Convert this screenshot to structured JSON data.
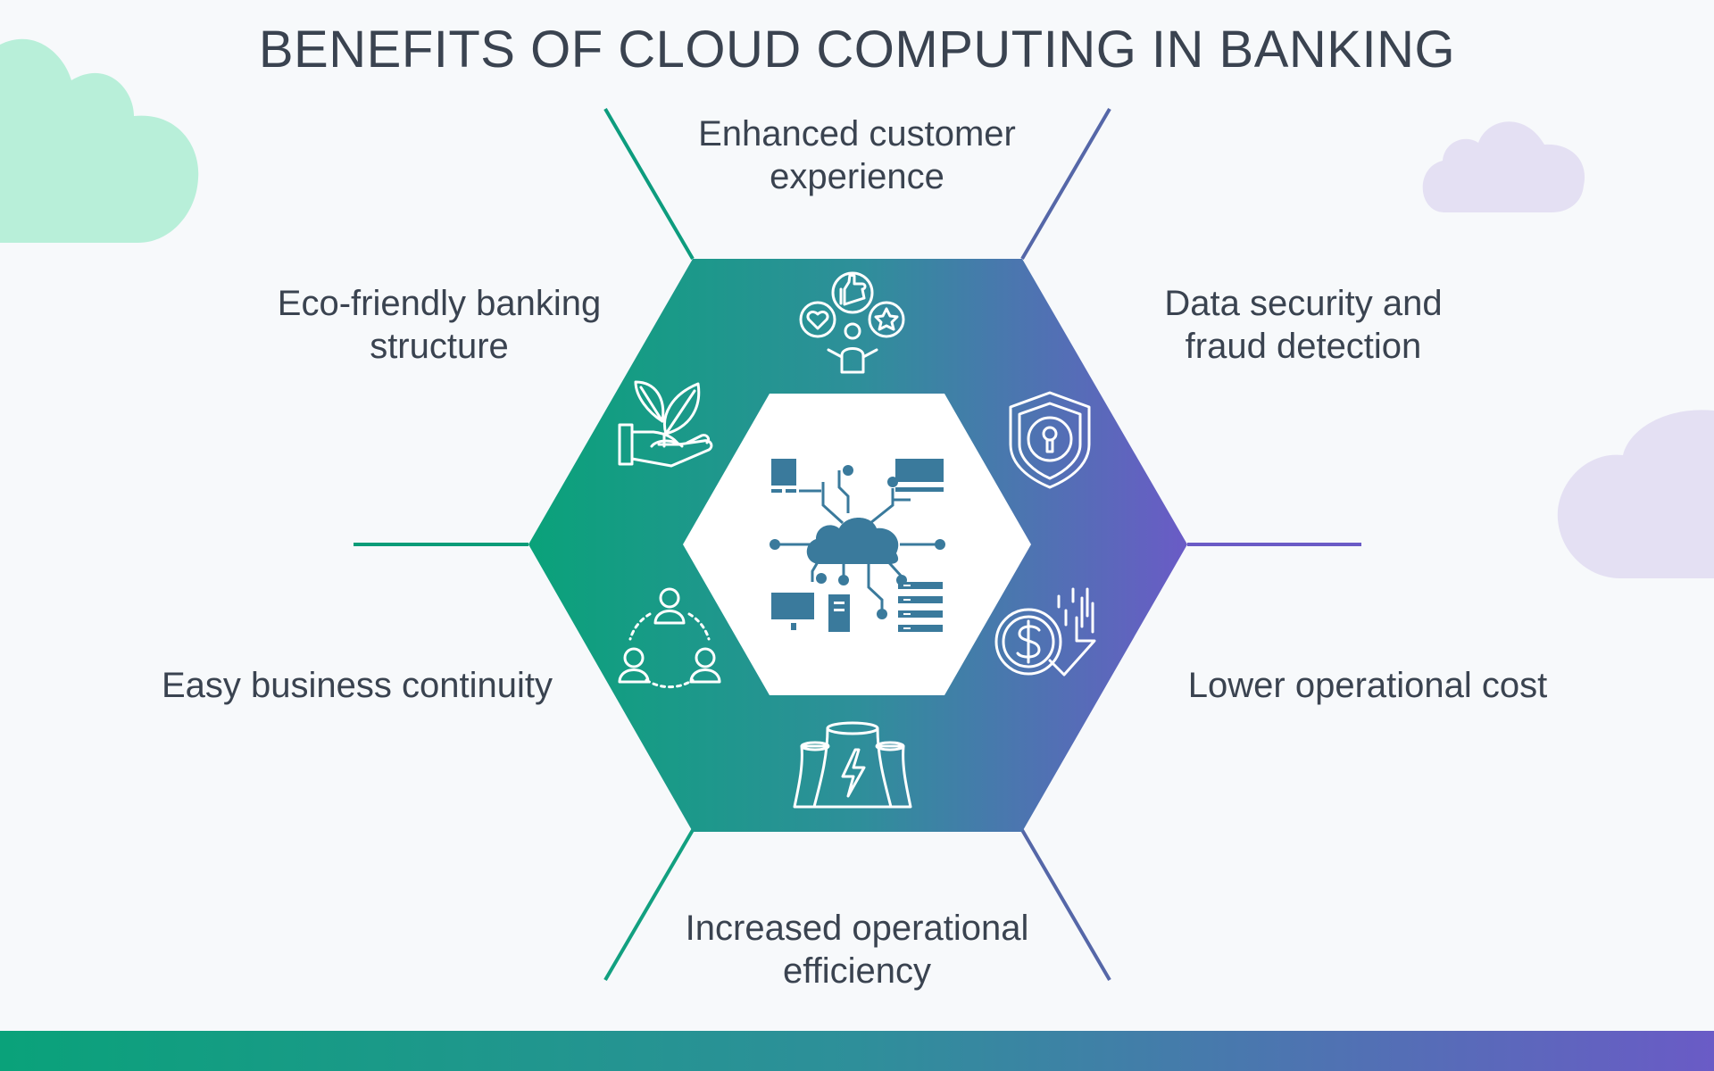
{
  "title": "BENEFITS OF CLOUD COMPUTING IN BANKING",
  "colors": {
    "green": "#0aa27a",
    "purple": "#6a5bc6",
    "text": "#3a4350",
    "icon_blue": "#3a7a9c",
    "cloud_green": "#b8efd9",
    "cloud_purple": "#e4e0f3",
    "background": "#f7f9fb"
  },
  "center_icon": "cloud-network-icon",
  "benefits": [
    {
      "line1": "Enhanced customer",
      "line2": "experience",
      "icon": "customer-satisfaction-icon"
    },
    {
      "line1": "Data security and",
      "line2": "fraud detection",
      "icon": "security-shield-icon"
    },
    {
      "line1": "Lower operational cost",
      "line2": "",
      "icon": "cost-reduction-icon"
    },
    {
      "line1": "Increased operational",
      "line2": "efficiency",
      "icon": "power-plant-icon"
    },
    {
      "line1": "Easy business continuity",
      "line2": "",
      "icon": "team-continuity-icon"
    },
    {
      "line1": "Eco-friendly banking",
      "line2": "structure",
      "icon": "plant-in-hand-icon"
    }
  ]
}
